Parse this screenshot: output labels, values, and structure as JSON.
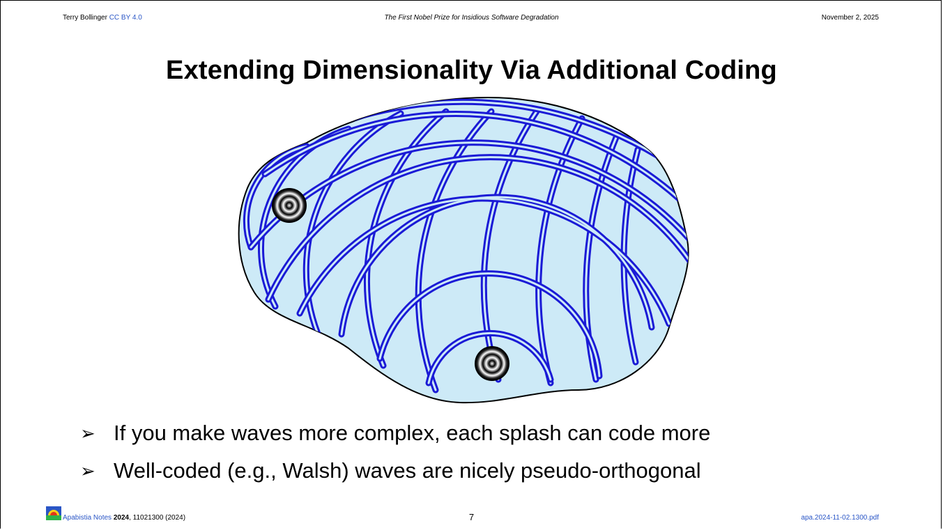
{
  "header": {
    "author": "Terry Bollinger",
    "license": "CC BY 4.0",
    "doc_title": "The First Nobel Prize for Insidious Software Degradation",
    "date": "November 2, 2025"
  },
  "slide": {
    "title": "Extending Dimensionality Via Additional Coding",
    "bullets": [
      "If you make waves more complex, each splash can code more",
      "Well-coded (e.g., Walsh) waves are nicely pseudo-orthogonal"
    ],
    "bullet_glyph": "➢"
  },
  "footer": {
    "journal": "Apabistia Notes",
    "year": "2024",
    "citation": ", 11021300 (2024)",
    "page_number": "7",
    "filename": "apa.2024-11-02.1300.pdf"
  },
  "colors": {
    "pond_fill": "#cdeaf7",
    "wave_stroke": "#1a1ad6",
    "link": "#2a56c6"
  },
  "icons": {
    "bullet": "arrowhead-bullet-icon",
    "splash": "splash-target-icon",
    "logo": "apabistia-logo-icon"
  }
}
